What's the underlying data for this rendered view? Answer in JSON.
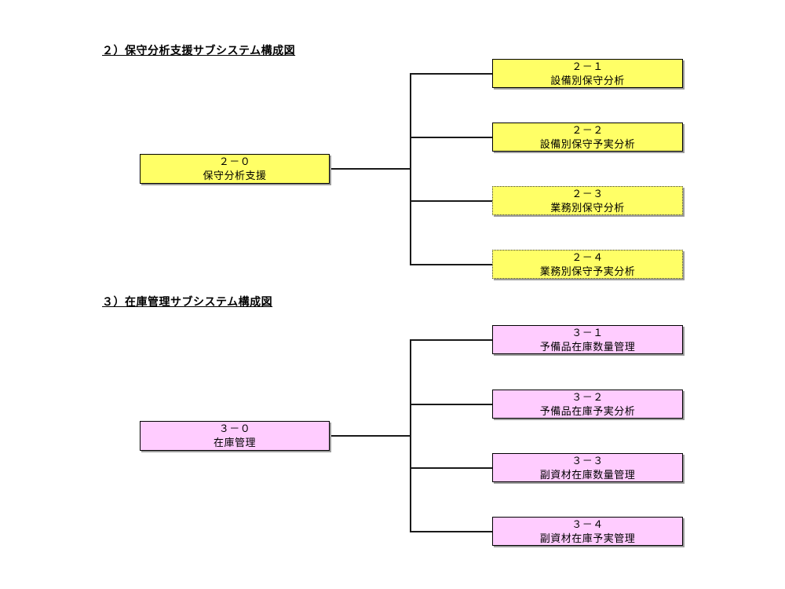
{
  "page": {
    "background_color": "#ffffff",
    "connector_color": "#1a1a1a",
    "shadow_color": "#9c9c9c"
  },
  "diagrams": [
    {
      "id": "maintenance-analysis-support",
      "title": "２）保守分析支援サブシステム構成図",
      "fill_color": "#ffff66",
      "root": {
        "code": "２－０",
        "label": "保守分析支援",
        "border": "solid"
      },
      "children": [
        {
          "code": "２－１",
          "label": "設備別保守分析",
          "border": "solid"
        },
        {
          "code": "２－２",
          "label": "設備別保守予実分析",
          "border": "solid"
        },
        {
          "code": "２－３",
          "label": "業務別保守分析",
          "border": "dotted"
        },
        {
          "code": "２－４",
          "label": "業務別保守予実分析",
          "border": "dotted"
        }
      ]
    },
    {
      "id": "inventory-management",
      "title": "３）在庫管理サブシステム構成図",
      "fill_color": "#ffccff",
      "root": {
        "code": "３－０",
        "label": "在庫管理",
        "border": "solid"
      },
      "children": [
        {
          "code": "３－１",
          "label": "予備品在庫数量管理",
          "border": "solid"
        },
        {
          "code": "３－２",
          "label": "予備品在庫予実分析",
          "border": "solid"
        },
        {
          "code": "３－３",
          "label": "副資材在庫数量管理",
          "border": "solid"
        },
        {
          "code": "３－４",
          "label": "副資材在庫予実管理",
          "border": "solid"
        }
      ]
    }
  ]
}
